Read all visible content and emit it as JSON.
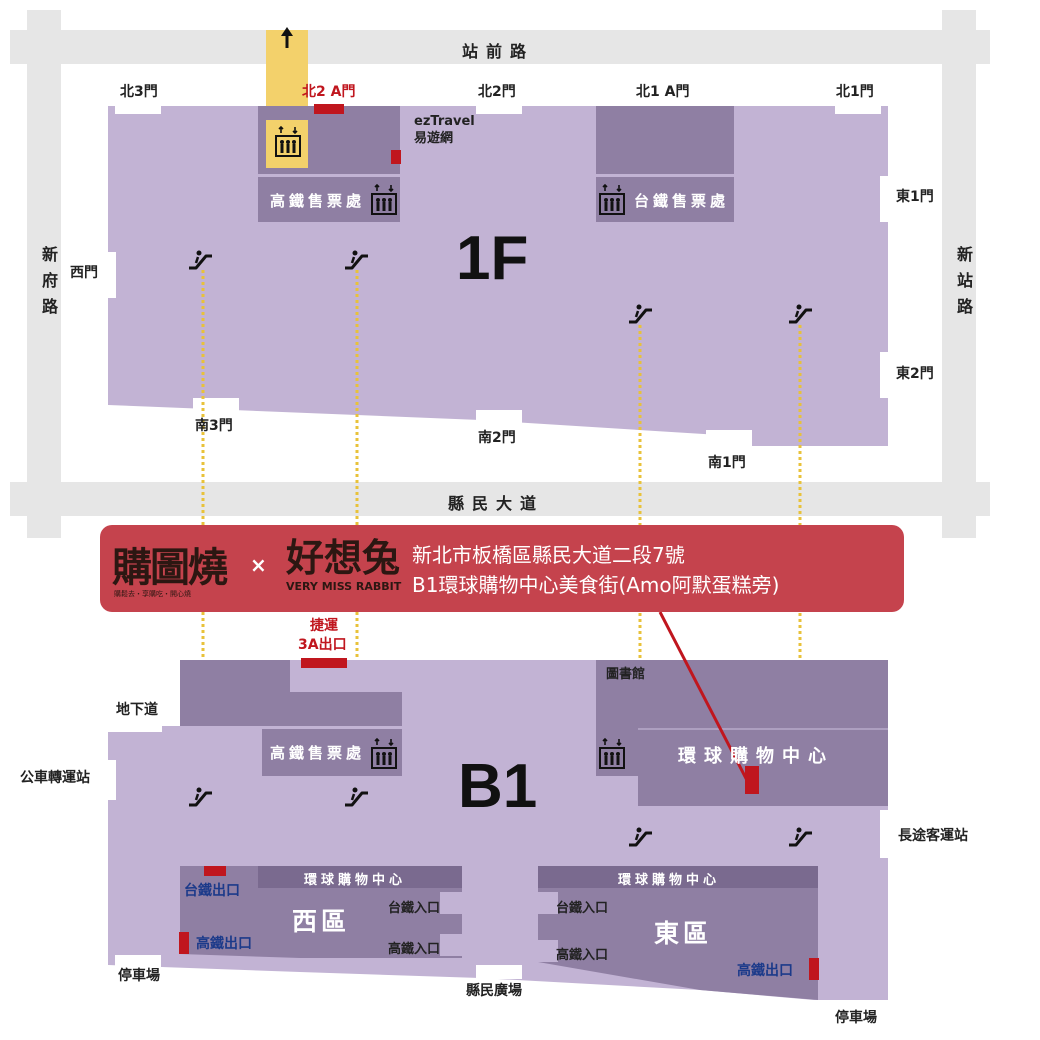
{
  "roads": {
    "north": "站前路",
    "south": "縣民大道",
    "west": "新府路",
    "east": "新站路"
  },
  "floors": {
    "upper": "1F",
    "lower": "B1"
  },
  "gates_1f": {
    "n3": "北3門",
    "n2a": "北2 A門",
    "n2": "北2門",
    "n1a": "北1 A門",
    "n1": "北1門",
    "e1": "東1門",
    "e2": "東2門",
    "w": "西門",
    "s3": "南3門",
    "s2": "南2門",
    "s1": "南1門"
  },
  "labels_1f": {
    "eztravel_1": "ezTravel",
    "eztravel_2": "易遊網",
    "hsr_tickets": "高鐵售票處",
    "tra_tickets": "台鐵售票處"
  },
  "banner": {
    "logo1": "購圖燒",
    "logo1_sub": "購鬆去・享購吃・開心燒",
    "logo_x": "×",
    "logo2": "好想兔",
    "logo2_sub": "VERY MISS RABBIT",
    "address_line1": "新北市板橋區縣民大道二段7號",
    "address_line2": "B1環球購物中心美食街(Amo阿默蛋糕旁)"
  },
  "labels_b1": {
    "mrt_1": "捷運",
    "mrt_2": "3A出口",
    "library": "圖書館",
    "underpass": "地下道",
    "bus": "公車轉運站",
    "hsr_tickets": "高鐵售票處",
    "global_mall": "環球購物中心",
    "long_distance": "長途客運站",
    "west_mall": "環球購物中心",
    "west_zone": "西區",
    "west_tra_exit": "台鐵出口",
    "west_hsr_exit": "高鐵出口",
    "west_tra_entry": "台鐵入口",
    "west_hsr_entry": "高鐵入口",
    "east_mall": "環球購物中心",
    "east_zone": "東區",
    "east_tra_entry": "台鐵入口",
    "east_hsr_entry": "高鐵入口",
    "east_hsr_exit": "高鐵出口",
    "parking_w": "停車場",
    "parking_e": "停車場",
    "plaza": "縣民廣場"
  },
  "icons": {
    "escalator": "escalator-icon",
    "elevator": "elevator-icon",
    "north_arrow": "arrow-up-icon"
  },
  "colors": {
    "floor": "#c2b3d4",
    "block": "#8f7fa3",
    "road": "#e6e6e6",
    "banner": "#c5434d",
    "highlight": "#f3d16b",
    "marker": "#c0161e"
  }
}
